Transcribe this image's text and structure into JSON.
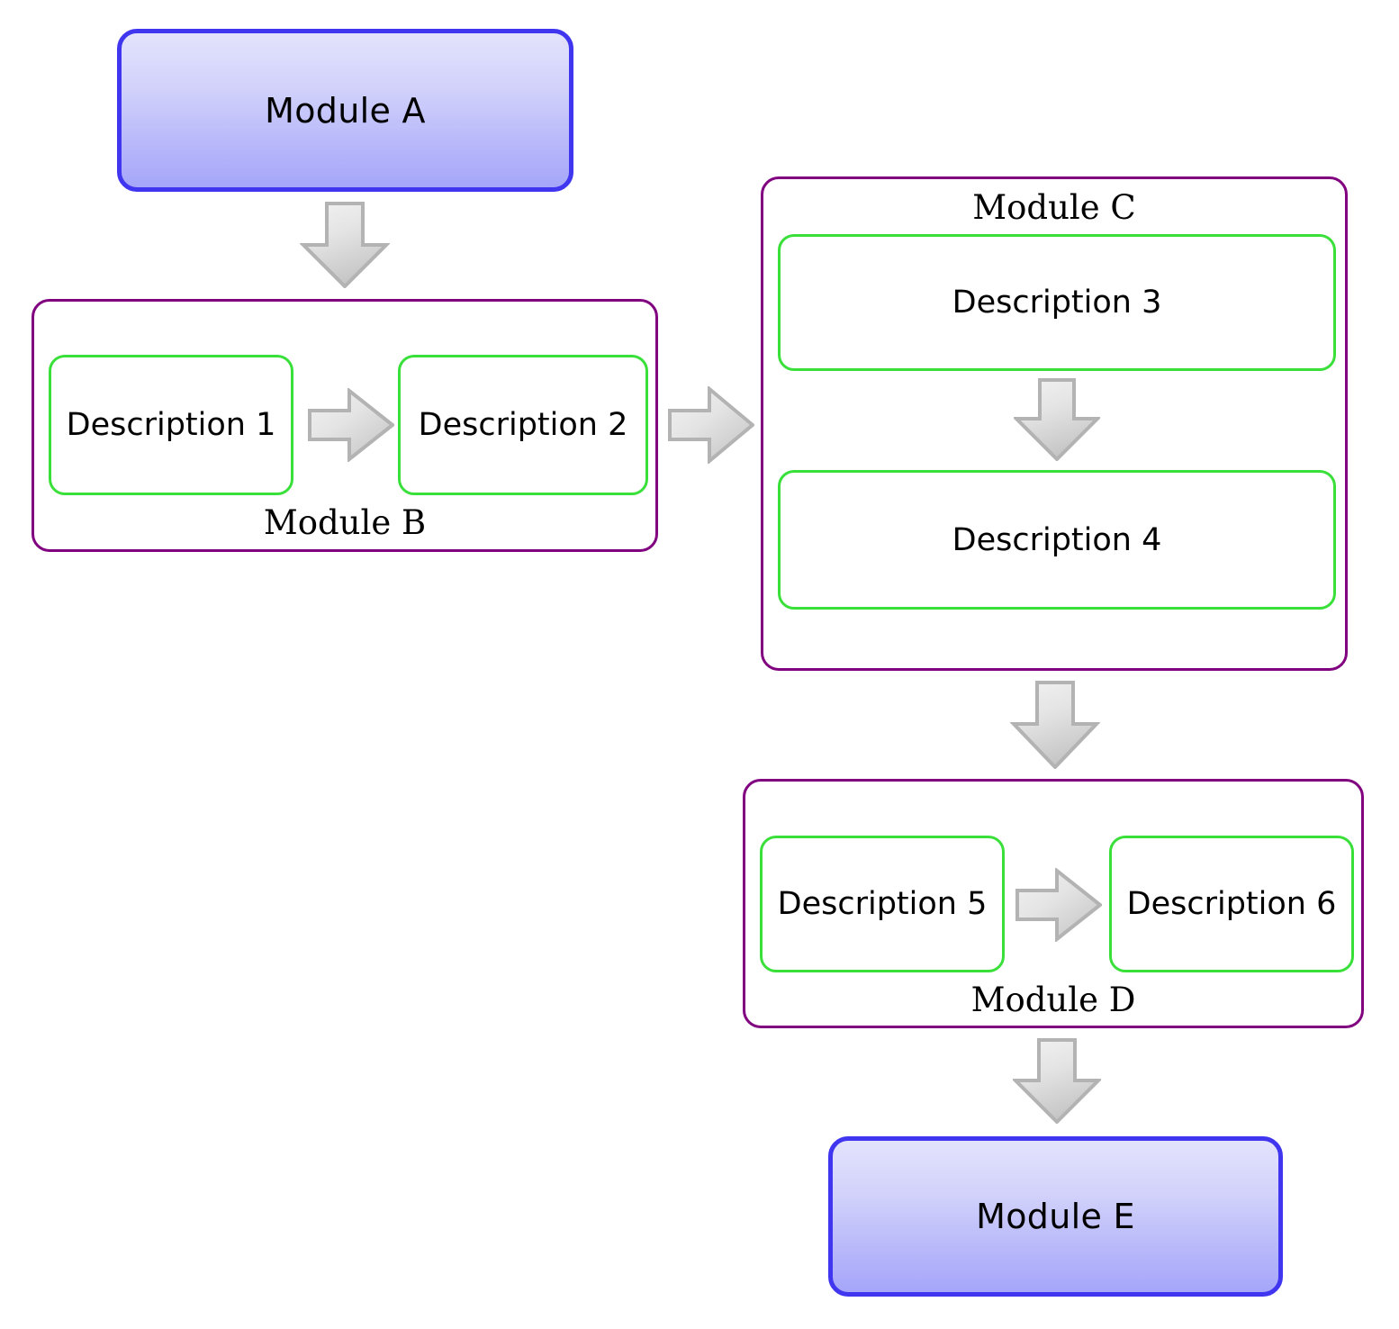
{
  "diagram": {
    "title": "Module pipeline flow diagram",
    "colors": {
      "terminal_border": "#4136f0",
      "terminal_fill_top": "#e3e3fc",
      "terminal_fill_bottom": "#a6a6fa",
      "module_border": "#800080",
      "description_border": "#3ae03a",
      "arrow_fill_light": "#eeeeee",
      "arrow_fill_dark": "#cccccc",
      "arrow_border": "#b0b0b0",
      "text": "#000000",
      "background": "#ffffff"
    },
    "nodes": {
      "module_a": {
        "label": "Module A",
        "type": "terminal"
      },
      "module_b": {
        "label": "Module B",
        "type": "container",
        "label_position": "bottom"
      },
      "module_c": {
        "label": "Module C",
        "type": "container",
        "label_position": "top"
      },
      "module_d": {
        "label": "Module D",
        "type": "container",
        "label_position": "bottom"
      },
      "module_e": {
        "label": "Module E",
        "type": "terminal"
      },
      "description_1": {
        "label": "Description 1"
      },
      "description_2": {
        "label": "Description 2"
      },
      "description_3": {
        "label": "Description 3"
      },
      "description_4": {
        "label": "Description 4"
      },
      "description_5": {
        "label": "Description 5"
      },
      "description_6": {
        "label": "Description 6"
      }
    },
    "arrows": [
      {
        "name": "arrow-a-to-b",
        "direction": "down",
        "from": "module_a",
        "to": "module_b"
      },
      {
        "name": "arrow-d1-to-d2",
        "direction": "right",
        "from": "description_1",
        "to": "description_2"
      },
      {
        "name": "arrow-b-to-c",
        "direction": "right",
        "from": "module_b",
        "to": "module_c"
      },
      {
        "name": "arrow-d3-to-d4",
        "direction": "down",
        "from": "description_3",
        "to": "description_4"
      },
      {
        "name": "arrow-c-to-d",
        "direction": "down",
        "from": "module_c",
        "to": "module_d"
      },
      {
        "name": "arrow-d5-to-d6",
        "direction": "right",
        "from": "description_5",
        "to": "description_6"
      },
      {
        "name": "arrow-d-to-e",
        "direction": "down",
        "from": "module_d",
        "to": "module_e"
      }
    ]
  }
}
